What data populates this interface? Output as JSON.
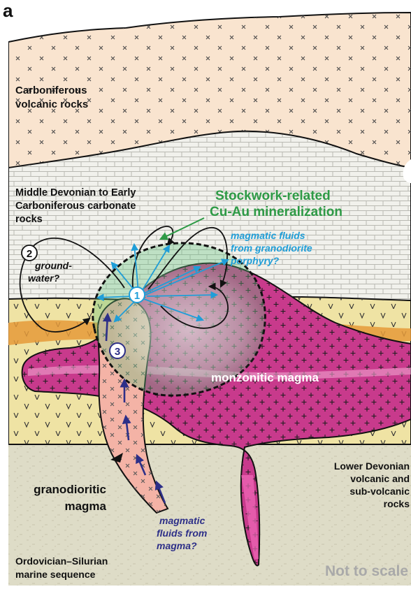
{
  "panel": {
    "letter": "a"
  },
  "units": {
    "carboniferous_volcanic": [
      "Carboniferous",
      "volcanic rocks"
    ],
    "carbonate": [
      "Middle Devonian to Early",
      "Carboniferous carbonate",
      "rocks"
    ],
    "lower_devonian": [
      "Lower Devonian",
      "volcanic and",
      "sub-volcanic",
      "rocks"
    ],
    "ordovician": [
      "Ordovician–Silurian",
      "marine sequence"
    ],
    "monzonitic": "monzonitic magma",
    "granodioritic": [
      "granodioritic",
      "magma"
    ]
  },
  "annotations": {
    "stockwork": [
      "Stockwork-related",
      "Cu-Au mineralization"
    ],
    "porphyry_fluids": [
      "magmatic fluids",
      "from granodiorite",
      "porphyry?"
    ],
    "groundwater": [
      "ground-",
      "water?"
    ],
    "magma_fluids": [
      "magmatic",
      "fluids from",
      "magma?"
    ],
    "scale": "Not to scale"
  },
  "markers": {
    "m1": "1",
    "m2": "2",
    "m3": "3"
  },
  "colors": {
    "volcanic_bg": "#f9e4cf",
    "carbonate_bg": "#f1f1ec",
    "lower_devonian_bg": "#efe3a4",
    "marine_bg": "#dedcc7",
    "monzonite": "#c83a8c",
    "granodiorite": "#f4b3a6",
    "stockwork": "#2e9a46",
    "porphyry_fluid": "#1f9ed8",
    "magma_fluid": "#2d2f88"
  }
}
